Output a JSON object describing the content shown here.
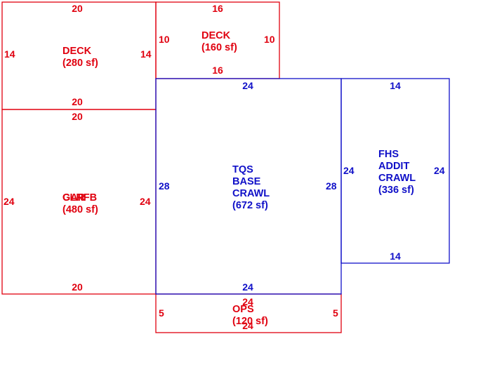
{
  "colors": {
    "red": "#e0000f",
    "blue": "#1010c8"
  },
  "areas": {
    "deck_280": {
      "name": "DECK",
      "area": "(280 sf)",
      "dims": {
        "top": "20",
        "bottom": "20",
        "left": "14",
        "right": "14"
      }
    },
    "deck_160": {
      "name": "DECK",
      "area": "(160 sf)",
      "dims": {
        "top": "16",
        "bottom": "16",
        "left": "10",
        "right": "10"
      }
    },
    "garage": {
      "name_a": "GAR",
      "name_b": "CLRFB",
      "area": "(480 sf)",
      "dims": {
        "top": "20",
        "bottom": "20",
        "left": "24",
        "right": "24"
      }
    },
    "tqs": {
      "name_1": "TQS",
      "name_2": "BASE",
      "name_3": "CRAWL",
      "area": "(672 sf)",
      "dims": {
        "top": "24",
        "bottom": "24",
        "left": "28",
        "right": "28"
      }
    },
    "fhs": {
      "name_1": "FHS",
      "name_2": "ADDIT",
      "name_3": "CRAWL",
      "area": "(336 sf)",
      "dims": {
        "top": "14",
        "bottom": "14",
        "left": "24",
        "right": "24"
      }
    },
    "ops": {
      "name": "OPS",
      "area": "(120 sf)",
      "dims": {
        "top": "24",
        "bottom": "24",
        "left": "5",
        "right": "5"
      }
    }
  }
}
